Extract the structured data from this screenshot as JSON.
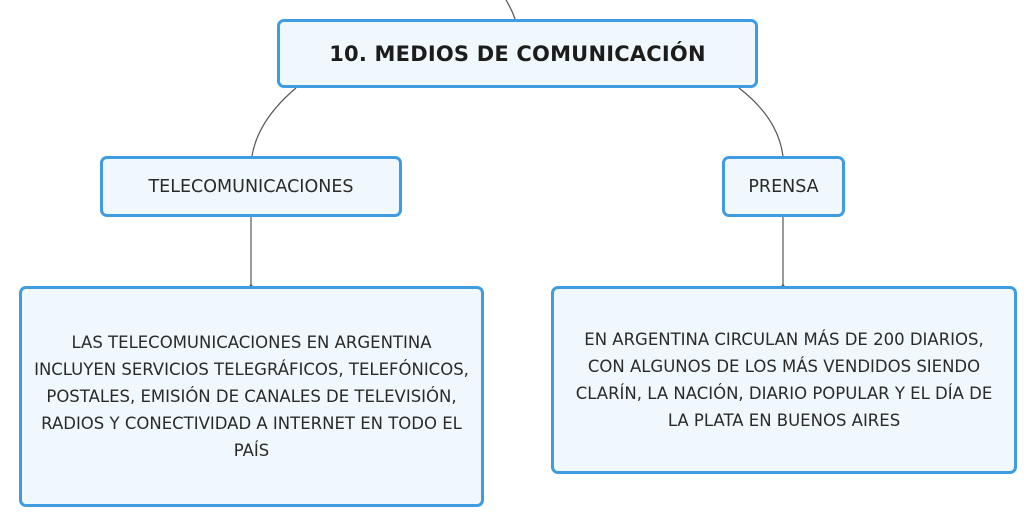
{
  "diagram": {
    "root": {
      "label": "10. MEDIOS DE COMUNICACIÓN"
    },
    "branches": [
      {
        "label": "TELECOMUNICACIONES",
        "description": "LAS TELECOMUNICACIONES EN ARGENTINA INCLUYEN SERVICIOS TELEGRÁFICOS, TELEFÓNICOS, POSTALES, EMISIÓN DE CANALES DE TELEVISIÓN, RADIOS Y CONECTIVIDAD A INTERNET EN TODO EL PAÍS"
      },
      {
        "label": "PRENSA",
        "description": "EN ARGENTINA CIRCULAN MÁS DE 200 DIARIOS, CON ALGUNOS DE LOS MÁS VENDIDOS SIENDO CLARÍN, LA NACIÓN, DIARIO POPULAR Y EL DÍA DE LA PLATA EN BUENOS AIRES"
      }
    ]
  },
  "colors": {
    "node_border": "#3f9ce0",
    "node_fill": "#f1f8fd",
    "connector": "#555555"
  }
}
